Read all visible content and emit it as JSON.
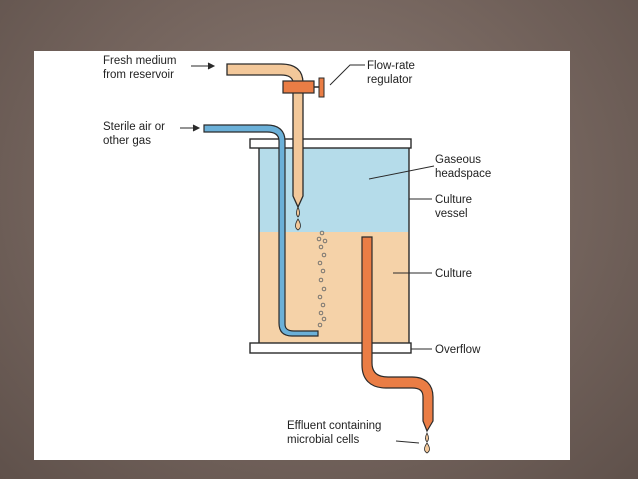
{
  "diagram": {
    "labels": {
      "fresh_medium_1": "Fresh medium",
      "fresh_medium_2": "from reservoir",
      "flow_rate_1": "Flow-rate",
      "flow_rate_2": "regulator",
      "sterile_air_1": "Sterile air or",
      "sterile_air_2": "other gas",
      "headspace_1": "Gaseous",
      "headspace_2": "headspace",
      "vessel_1": "Culture",
      "vessel_2": "vessel",
      "culture": "Culture",
      "overflow": "Overflow",
      "effluent_1": "Effluent containing",
      "effluent_2": "microbial cells"
    },
    "colors": {
      "headspace": "#b5dcea",
      "culture": "#f5d2a8",
      "medium_tube": "#f3c89a",
      "regulator": "#ea7d45",
      "air_tube": "#6bb0d8",
      "overflow_tube": "#ea7d45",
      "vessel_rim": "#ffffff"
    }
  }
}
